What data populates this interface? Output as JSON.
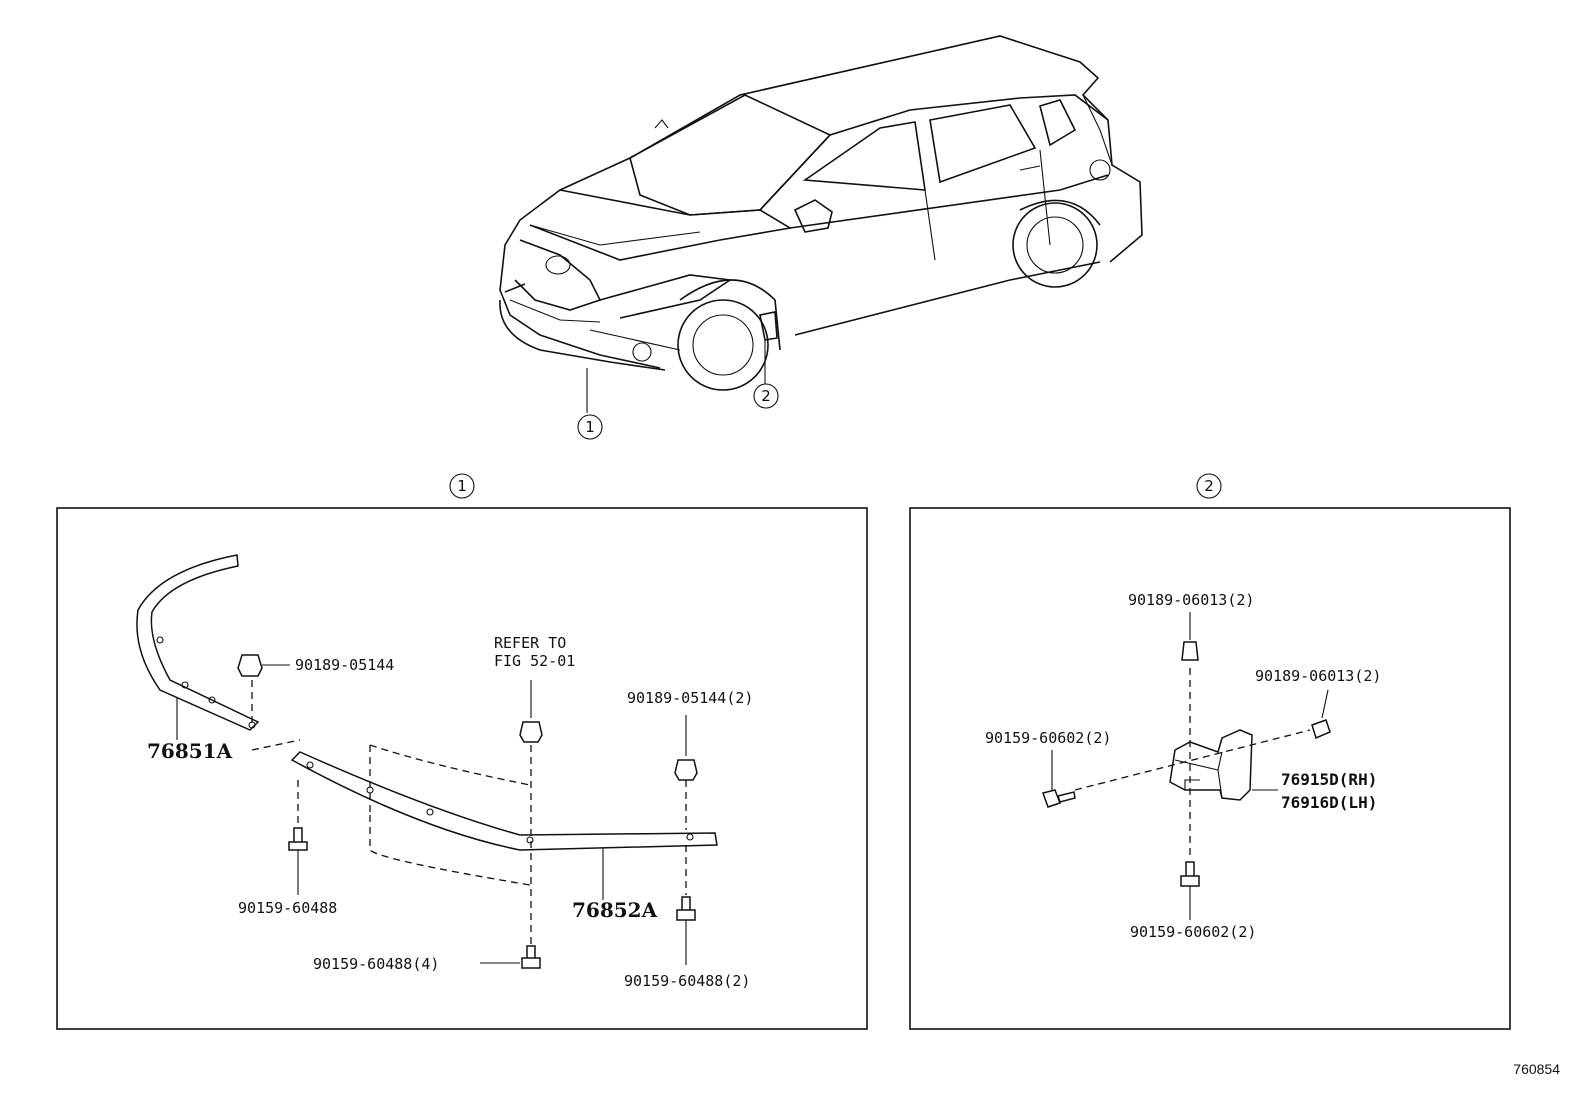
{
  "figure_id": "760854",
  "callouts": {
    "one": "1",
    "two": "2"
  },
  "panel1": {
    "title": "1",
    "labels": {
      "p76851a": "76851A",
      "p76852a": "76852A",
      "clip_a": "90189-05144",
      "refer_line1": "REFER TO",
      "refer_line2": "FIG 52-01",
      "clip_b": "90189-05144(2)",
      "screw_a": "90159-60488",
      "screw_b": "90159-60488(4)",
      "screw_c": "90159-60488(2)"
    }
  },
  "panel2": {
    "title": "2",
    "labels": {
      "nut_top": "90189-06013(2)",
      "nut_right": "90189-06013(2)",
      "screw_left": "90159-60602(2)",
      "rh": "76915D(RH)",
      "lh": "76916D(LH)",
      "screw_bottom": "90159-60602(2)"
    }
  }
}
